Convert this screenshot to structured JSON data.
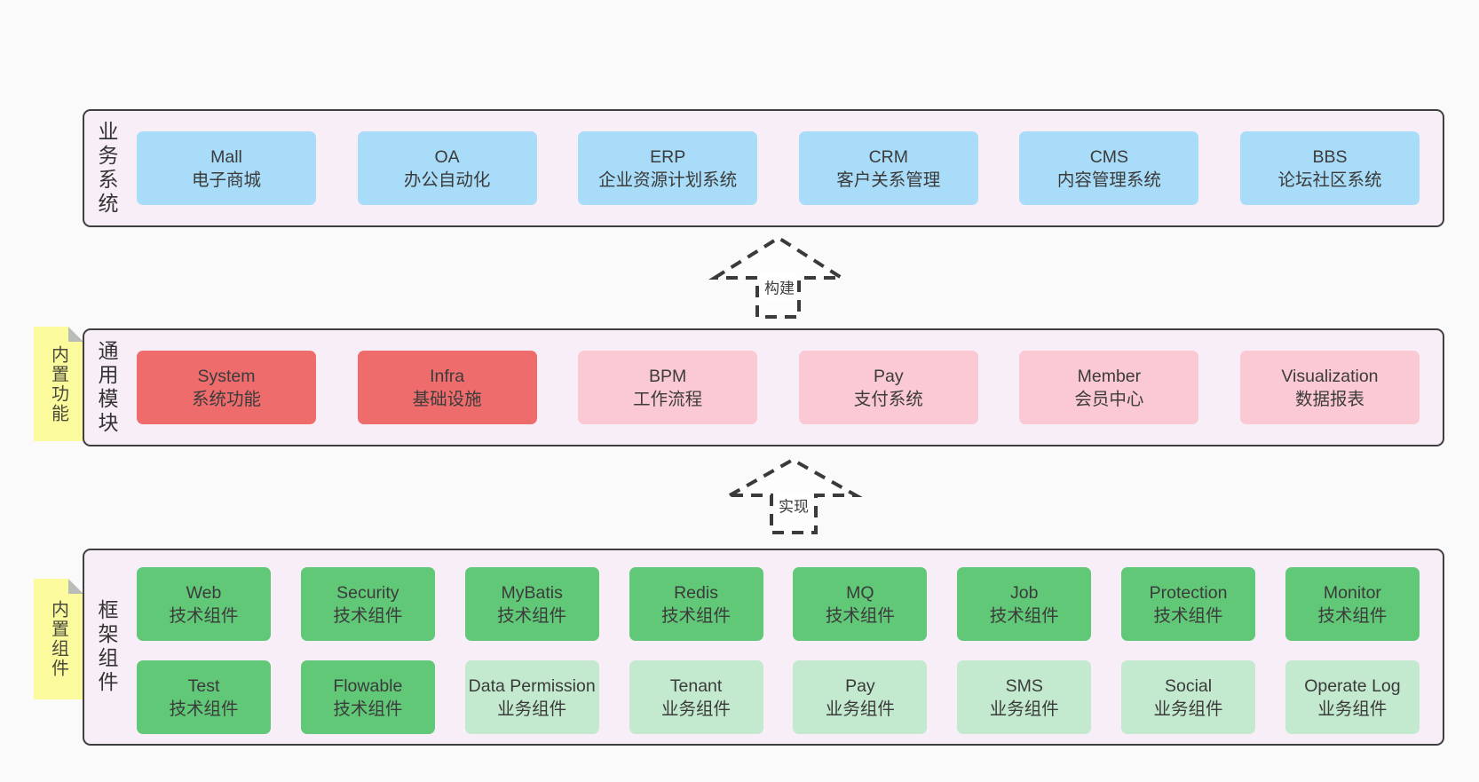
{
  "colors": {
    "page_bg": "#fafafa",
    "layer_bg": "#f8eef8",
    "layer_border": "#3f3f3f",
    "business_box": "#a9dcf8",
    "core_module_box": "#ee6c6c",
    "module_box": "#fbc9d3",
    "tech_component_box": "#61c878",
    "biz_component_box": "#c3e9ce",
    "note_bg": "#fbfb9e",
    "text": "#3b3b3b"
  },
  "arrows": [
    {
      "label": "构建"
    },
    {
      "label": "实现"
    }
  ],
  "layers": [
    {
      "title": "业务系统",
      "boxes": [
        {
          "en": "Mall",
          "zh": "电子商城"
        },
        {
          "en": "OA",
          "zh": "办公自动化"
        },
        {
          "en": "ERP",
          "zh": "企业资源计划系统"
        },
        {
          "en": "CRM",
          "zh": "客户关系管理"
        },
        {
          "en": "CMS",
          "zh": "内容管理系统"
        },
        {
          "en": "BBS",
          "zh": "论坛社区系统"
        }
      ]
    },
    {
      "title": "通用模块",
      "note": "内置功能",
      "boxes": [
        {
          "en": "System",
          "zh": "系统功能"
        },
        {
          "en": "Infra",
          "zh": "基础设施"
        },
        {
          "en": "BPM",
          "zh": "工作流程"
        },
        {
          "en": "Pay",
          "zh": "支付系统"
        },
        {
          "en": "Member",
          "zh": "会员中心"
        },
        {
          "en": "Visualization",
          "zh": "数据报表"
        }
      ]
    },
    {
      "title": "框架组件",
      "note": "内置组件",
      "rows": [
        [
          {
            "en": "Web",
            "zh": "技术组件"
          },
          {
            "en": "Security",
            "zh": "技术组件"
          },
          {
            "en": "MyBatis",
            "zh": "技术组件"
          },
          {
            "en": "Redis",
            "zh": "技术组件"
          },
          {
            "en": "MQ",
            "zh": "技术组件"
          },
          {
            "en": "Job",
            "zh": "技术组件"
          },
          {
            "en": "Protection",
            "zh": "技术组件"
          },
          {
            "en": "Monitor",
            "zh": "技术组件"
          }
        ],
        [
          {
            "en": "Test",
            "zh": "技术组件"
          },
          {
            "en": "Flowable",
            "zh": "技术组件"
          },
          {
            "en": "Data Permission",
            "zh": "业务组件"
          },
          {
            "en": "Tenant",
            "zh": "业务组件"
          },
          {
            "en": "Pay",
            "zh": "业务组件"
          },
          {
            "en": "SMS",
            "zh": "业务组件"
          },
          {
            "en": "Social",
            "zh": "业务组件"
          },
          {
            "en": "Operate Log",
            "zh": "业务组件"
          }
        ]
      ]
    }
  ]
}
